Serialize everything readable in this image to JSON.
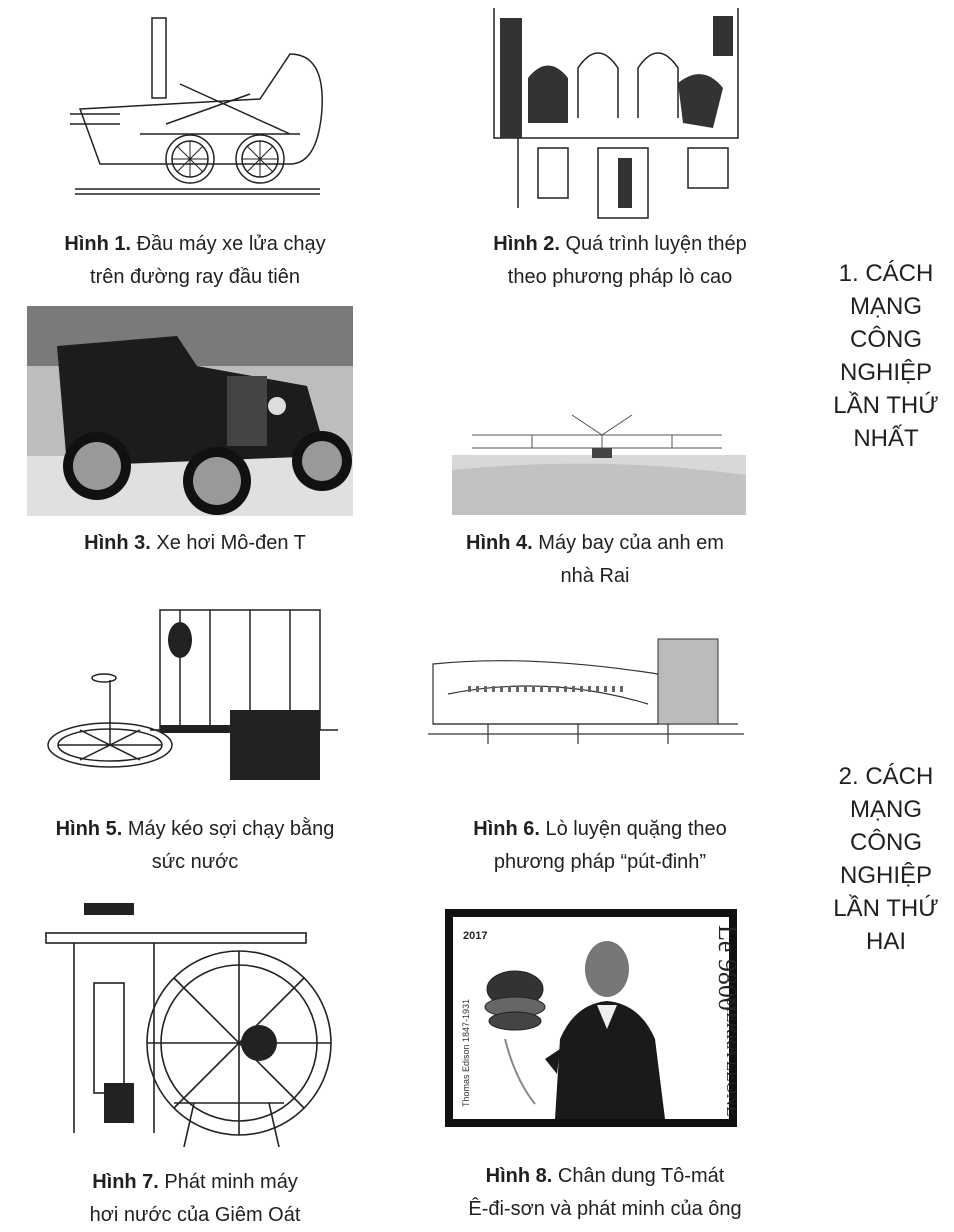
{
  "figures": [
    {
      "label": "Hình 1.",
      "line1": "Đầu máy xe lửa chạy",
      "line2": "trên đường ray đầu tiên"
    },
    {
      "label": "Hình 2.",
      "line1": "Quá trình luyện thép",
      "line2": "theo phương pháp lò cao"
    },
    {
      "label": "Hình 3.",
      "line1": "Xe hơi Mô-đen T",
      "line2": ""
    },
    {
      "label": "Hình 4.",
      "line1": "Máy bay của anh em",
      "line2": "nhà Rai"
    },
    {
      "label": "Hình 5.",
      "line1": "Máy kéo sợi chạy bằng",
      "line2": "sức nước"
    },
    {
      "label": "Hình 6.",
      "line1": "Lò luyện quặng theo",
      "line2": "phương pháp “pút-đinh”"
    },
    {
      "label": "Hình 7.",
      "line1": "Phát minh máy",
      "line2": "hơi nước của Giêm Oát"
    },
    {
      "label": "Hình 8.",
      "line1": "Chân dung Tô-mát",
      "line2": "Ê-đi-sơn và phát minh của ông"
    }
  ],
  "sections": {
    "first": "1. CÁCH\nMẠNG\nCÔNG\nNGHIỆP\nLẦN THỨ\nNHẤT",
    "second": "2. CÁCH\nMẠNG\nCÔNG\nNGHIỆP\nLẦN THỨ\nHAI"
  },
  "stamp": {
    "year": "2017",
    "value": "Le 9800",
    "country": "SIERRA LEONE",
    "name": "Thomas Edison 1847-1931"
  }
}
